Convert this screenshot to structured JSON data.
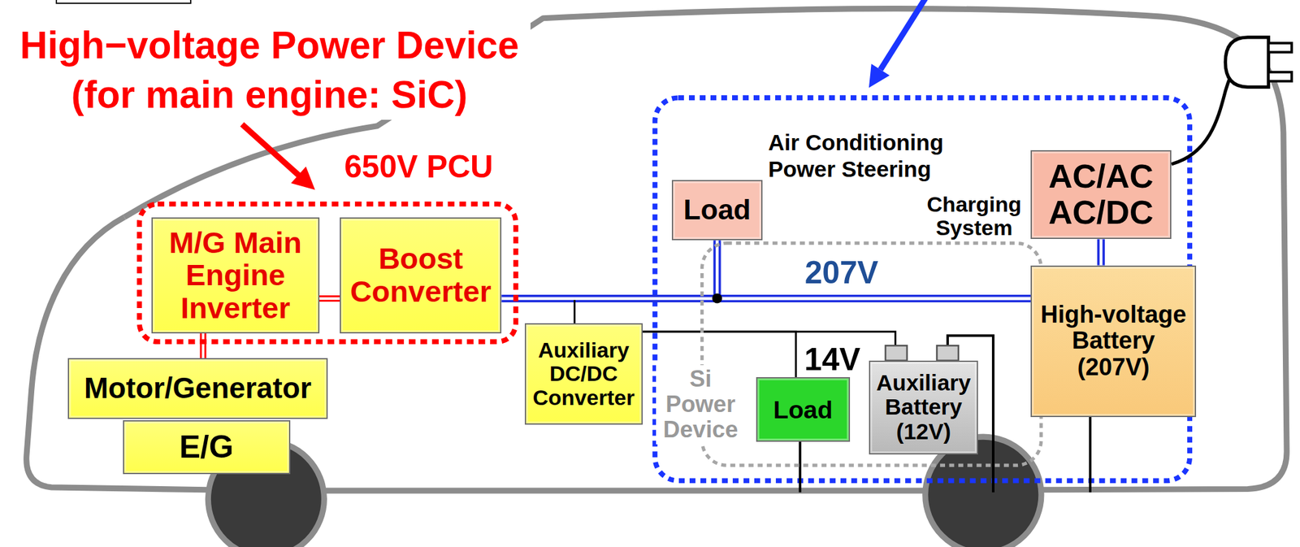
{
  "diagram": {
    "nodes": [
      {
        "text": [
          "650V PCU"
        ]
      },
      {
        "text": [
          "M/G Main Engine Inverter"
        ],
        "in": 0
      },
      {
        "text": [
          "Boost Converter"
        ],
        "in": 0
      },
      {
        "text": [
          "Motor/Generator"
        ]
      },
      {
        "text": [
          "E/G"
        ]
      },
      {
        "text": [
          "Auxiliary DC/DC Converter"
        ]
      },
      {
        "text": [
          "Load"
        ]
      },
      {
        "text": [
          "Si Power Device"
        ]
      },
      {
        "text": [
          "Load"
        ],
        "in": 7
      },
      {
        "text": [
          "Auxiliary Battery (12V)"
        ],
        "in": 7
      },
      {
        "text": [
          "AC/AC AC/DC"
        ]
      },
      {
        "text": [
          "High-voltage Battery (207V)"
        ]
      }
    ],
    "edges": [
      {
        "from": 1,
        "to": 2,
        "arrow": "none"
      },
      {
        "from": 1,
        "to": 3,
        "arrow": "none"
      },
      {
        "from": 2,
        "to": 11,
        "arrow": "none"
      },
      {
        "from": 6,
        "to": 11,
        "arrow": "none"
      },
      {
        "from": 5,
        "to": 11,
        "arrow": "none"
      },
      {
        "from": 5,
        "to": 8,
        "arrow": "none"
      },
      {
        "from": 5,
        "to": 9,
        "arrow": "none"
      },
      {
        "from": 10,
        "to": 11,
        "arrow": "none"
      }
    ],
    "labels": [
      "High−voltage Power Device (for main engine: SiC)",
      "Air Conditioning Power Steering",
      "Charging System",
      "207V",
      "14V"
    ]
  }
}
